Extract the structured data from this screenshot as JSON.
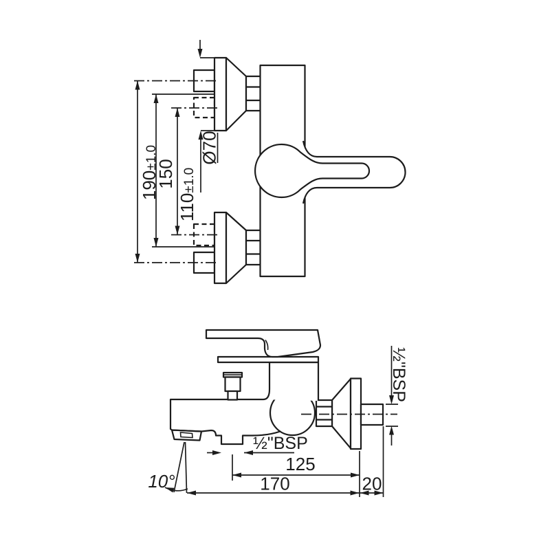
{
  "title": "bath-mixer-technical-drawing",
  "colors": {
    "line": "#1c1c1c",
    "background": "#ffffff"
  },
  "front_view": {
    "dim_vertical_outer": {
      "main": "190",
      "tol": "±1.0"
    },
    "dim_vertical_mid": {
      "main": "150"
    },
    "dim_vertical_inner": {
      "main": "110",
      "tol": "±1.0"
    },
    "dim_flange_dia": {
      "main": "Ø70"
    }
  },
  "side_view": {
    "dim_outlet_thread": {
      "main": "½\"BSP"
    },
    "dim_wall_thread": {
      "main": "½\"BSP"
    },
    "dim_center_to_wall": {
      "main": "125"
    },
    "dim_total_depth": {
      "main": "170"
    },
    "dim_thread_length": {
      "main": "20"
    },
    "dim_spout_angle": {
      "main": "10°"
    }
  }
}
